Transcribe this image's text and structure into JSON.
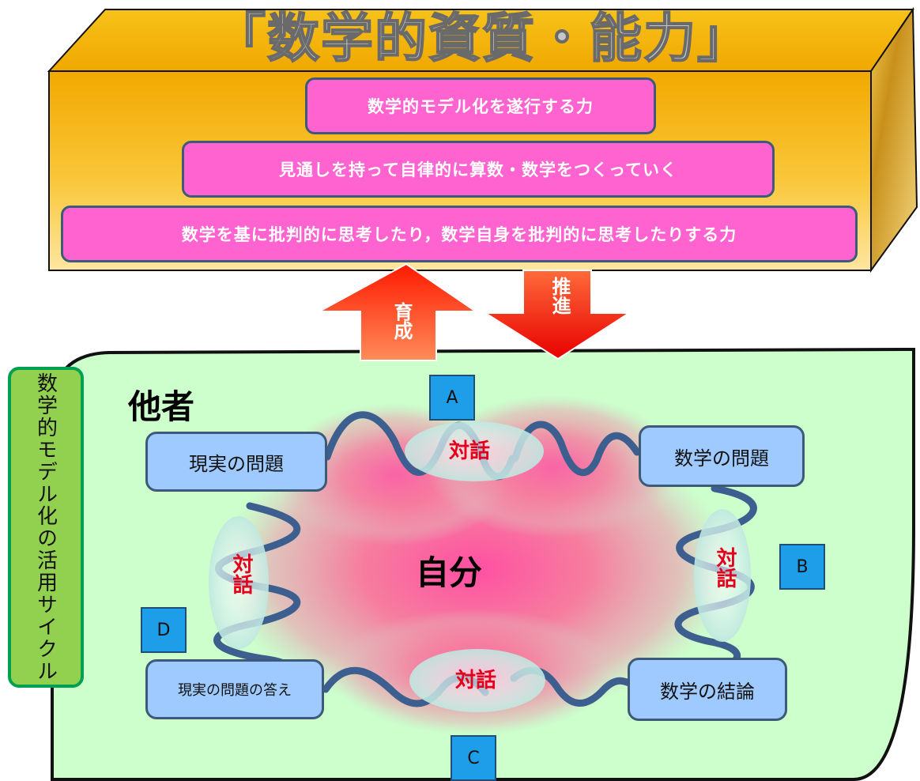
{
  "competency_block": {
    "title": "「数学的資質・能力」",
    "items": [
      "数学的モデル化を遂行する力",
      "見通しを持って自律的に算数・数学をつくっていく",
      "数学を基に批判的に思考したり，数学自身を批判的に思考したりする力"
    ]
  },
  "arrows": {
    "up_label": "育成",
    "down_label": "推進"
  },
  "cycle": {
    "side_label": "数学的モデル化の活用サイクル",
    "others_label": "他者",
    "self_label": "自分",
    "stages": {
      "top_left": "現実の問題",
      "top_right": "数学の問題",
      "bottom_left": "現実の問題の答え",
      "bottom_right": "数学の結論"
    },
    "dialogue": "対話",
    "letters": [
      "A",
      "B",
      "C",
      "D"
    ]
  },
  "colors": {
    "gold": "#f5b800",
    "pink_box": "#ff63cf",
    "stage_box": "#9fcaff",
    "cycle_bg": "#ccffcc",
    "arrow_red": "#e60000",
    "spring": "#3d5f8f",
    "letter_box": "#1e9de8",
    "dialogue_text": "#e3001b"
  }
}
